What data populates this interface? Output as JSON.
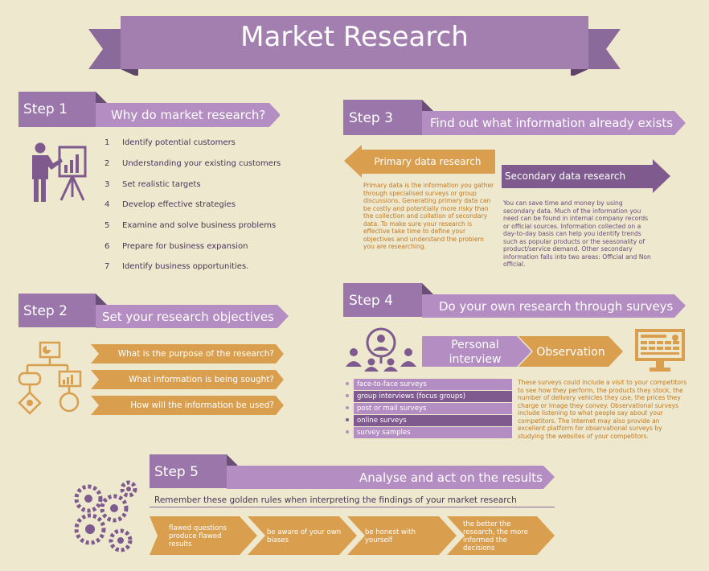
{
  "title": "Market Research",
  "step1": {
    "label": "Step 1",
    "heading": "Why do market research?",
    "items": [
      {
        "num": "1",
        "text": "Identify potential customers"
      },
      {
        "num": "2",
        "text": "Understanding your existing customers"
      },
      {
        "num": "3",
        "text": "Set realistic targets"
      },
      {
        "num": "4",
        "text": "Develop effective strategies"
      },
      {
        "num": "5",
        "text": "Examine and solve business problems"
      },
      {
        "num": "6",
        "text": "Prepare for business expansion"
      },
      {
        "num": "7",
        "text": "Identify business opportunities."
      }
    ]
  },
  "step2": {
    "label": "Step 2",
    "heading": "Set your research objectives",
    "questions": [
      "What is the purpose of the research?",
      "What information is being sought?",
      "How will the information be used?"
    ]
  },
  "step3": {
    "label": "Step 3",
    "heading": "Find out what information already exists",
    "primary_heading": "Primary data research",
    "primary_text": "Primary data is the information you gather through specialised surveys or group discussions. Generating primary data can be costly and potentially more risky than the collection and collation of secondary data. To make sure your research is effective take time to define your objectives and understand the problem you are researching.",
    "secondary_heading": "Secondary data research",
    "secondary_text": "You can save time and money by using secondary data. Much of the information you need can be found in internal company records or official sources. Information collected on a day-to-day basis can help you identify trends such as popular products or the seasonality of product/service demand. Other secondary information falls into two areas: Official and Non official."
  },
  "step4": {
    "label": "Step 4",
    "heading": "Do your own research through surveys",
    "personal_interview": "Personal interview",
    "observation": "Observation",
    "surveys": [
      "face-to-face surveys",
      "group interviews (focus groups)",
      "post or mail surveys",
      "online surveys",
      "survey samples"
    ],
    "observation_text": "These surveys could include a visit to your competitors to see how they perform, the products they stock, the number of delivery vehicles they use, the prices they charge or image they convey. Observational surveys include listening to what people say about your competitors. The Internet may also provide an excellent platform for observational surveys by studying the websites of your competitors."
  },
  "step5": {
    "label": "Step 5",
    "heading": "Analyse and act on the results",
    "subheading": "Remember these golden rules when interpreting the findings of your market research",
    "rules": [
      "flawed questions produce flawed results",
      "be aware of your own biases",
      "be honest with yourself",
      "the better the research, the more informed the decisions"
    ]
  },
  "colors": {
    "background": "#eee8cf",
    "purple": "#9a76aa",
    "light_purple": "#b48ec2",
    "dark_purple": "#7e5a8f",
    "orange": "#d99f4f"
  }
}
